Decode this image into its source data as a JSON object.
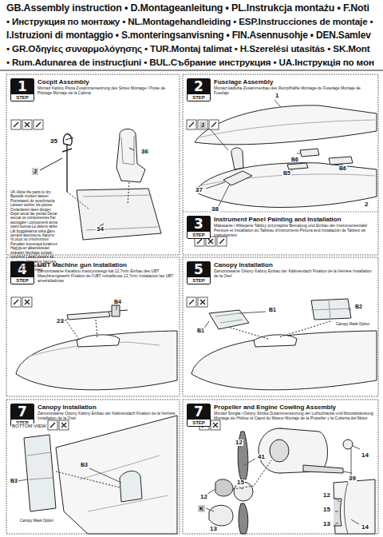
{
  "diagram": {
    "nodes": [
      {
        "text": [
          "1",
          "STEP",
          "Cocpit Assembly",
          "Montaż Kabiny Pilota Zusammensetzung des Sitzes Montage / Poste de Pilotage Montaje de la Cabina"
        ]
      },
      {
        "text": [
          "2",
          "STEP",
          "Fuselage Assembly",
          "Montaż kadłuba Zusammenbau des Rumpfhälfte Montage du Fuselage Montaje de Fuselaje"
        ]
      },
      {
        "text": [
          "3",
          "STEP",
          "Instrument Panel Painting and Installation",
          "Malowanie i Wklejanie Tablicy przyrządów Bemalung und Einbau der Instrumententafel Peinture et Installation du Tableau d'Instruments Pintura and Instalación de Tablero de Instrumentos"
        ]
      },
      {
        "text": [
          "4",
          "STEP",
          "UBT Machine gun Installation",
          "Zamontowanie Karabinu maszynowego kal.12,7mm Einbau des UBT Maschinengewehr Fixation de l'UBT mitrailleuse 12,7mm Instalacion las UBT ametralladoras"
        ]
      },
      {
        "text": [
          "5",
          "STEP",
          "Canopy Installation",
          "Zamontowanie Osłony Kabiny Einbau der Kabinendach Fixation de la Verrière Installation de la Osel"
        ]
      },
      {
        "text": [
          "7",
          "STEP",
          "Canopy Installation",
          "Zamontowanie Osłony Kabiny Einbau der Kabinendach Fixation de la Verrière Installation de la Osel"
        ]
      },
      {
        "text": [
          "7",
          "STEP",
          "Propeller and Engine Cowling Assembly",
          "Montaż Śmigła i Osłony Silnika Zusammensetzung der Luftschraube und Motorabdeckung Montage de l'Hélice et Capot du Moteur Montaje de la Propeller y la Cubierta del Motor"
        ]
      }
    ],
    "labels": [
      "GB.Assembly instruction • D.Montageanleitung • PL.Instrukcja montażu • F.Noti",
      "• Инструкция по монтажу • NL.Montagehandleiding • ESP.Instrucciones de montaje •",
      "I.Istruzioni di montaggio • S.monteringsanvisning • FIN.Asennusohje • DEN.Samlev",
      "• GR.Οδηγίες συναρμολόγησης • TUR.Montaj talimat • H.Szerelési utasítás • SK.Mont",
      "• Rum.Adunarea de instrucţiuni • BUL.Събрание инструкция • UA.Інструкція по мон",
      "35",
      "36",
      "J",
      "34",
      "UK.Allow the parts to dry Bauteile trocken lassen Pozostawić do wyschnięcia Laissez sécher les pièces Onderdelen laten drogen Dejar secar las piezas Dexar seccar os componentes Far asciugare i componenti anna osien kuivua La delene tørke Låt byggdelarna torka Дать детали высохнуть Αφήστε τα μέρη να στεγνώσουν Parçaları kurumaya bırakınız Hagyja az alkatrészeket száradni Nechajte súčasti vyschnúť Lăsați piesele să se usuce Оставете частите да изсъхнат Дайте висохнути частини",
      "1",
      "J",
      "B6",
      "B6",
      "B5",
      "37",
      "38",
      "2",
      "B4",
      "23",
      "B1",
      "B2",
      "Canopy Mask Option",
      "B1",
      "BOTTOM VIEW",
      "B3",
      "B3",
      "Canopy Mask Option",
      "12",
      "41",
      "14",
      "39",
      "12",
      "15",
      "K",
      "13",
      "12",
      "15",
      "13",
      "14"
    ]
  }
}
